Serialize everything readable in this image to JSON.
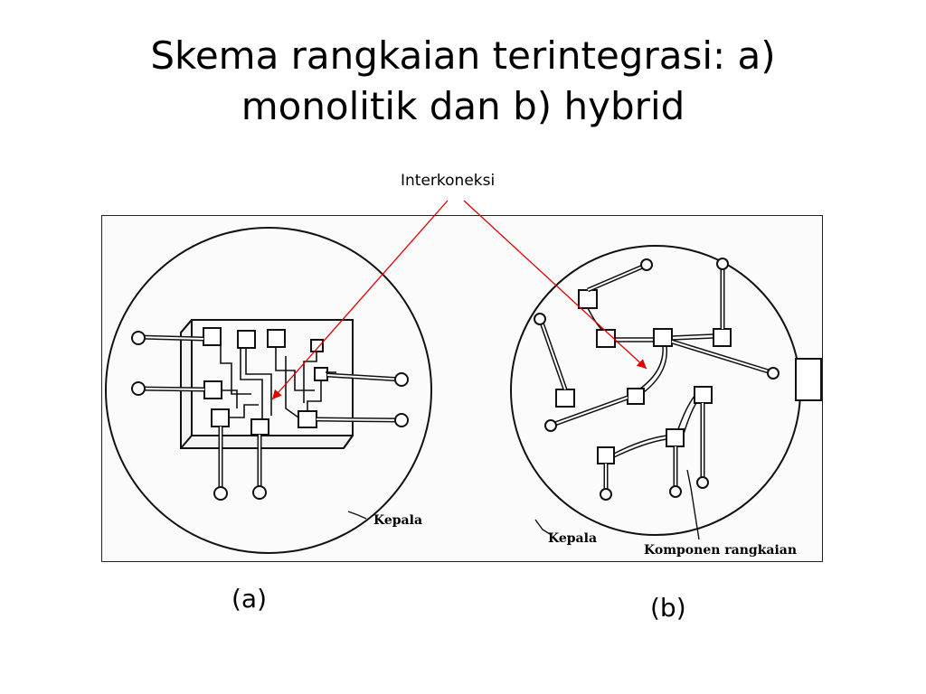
{
  "title_line1": "Skema rangkaian terintegrasi: a)",
  "title_line2": "monolitik dan b) hybrid",
  "interconnect_label": "Interkoneksi",
  "figure_a_caption": "(a)",
  "figure_b_caption": "(b)",
  "figure_a_head_label": "Kepala",
  "figure_b_head_label": "Kepala",
  "figure_b_component_label": "Komponen rangkaian",
  "colors": {
    "annotation_arrow": "#e00000",
    "drawing_ink": "#111111"
  }
}
